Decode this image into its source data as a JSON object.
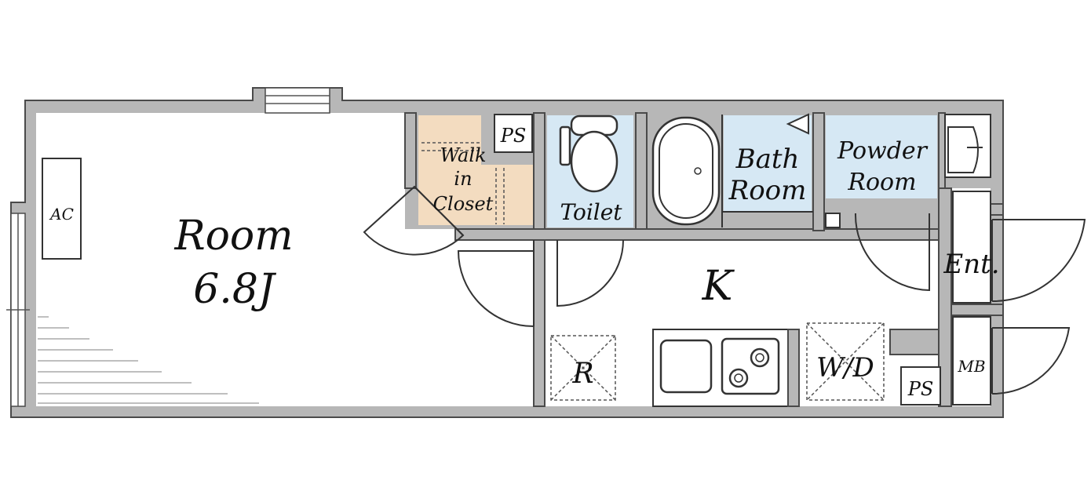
{
  "rooms": {
    "main_room": {
      "name": "Room",
      "size": "6.8J"
    },
    "closet": {
      "line1": "Walk",
      "line2": "in",
      "line3": "Closet"
    },
    "ps_top": "PS",
    "ps_bottom": "PS",
    "toilet": "Toilet",
    "bath": {
      "line1": "Bath",
      "line2": "Room"
    },
    "powder": {
      "line1": "Powder",
      "line2": "Room"
    },
    "kitchen": "K",
    "entrance": "Ent.",
    "meter_box": "MB",
    "refrigerator": "R",
    "washer_dryer": "W/D",
    "aircon": "AC"
  },
  "colors": {
    "wall": "#b7b7b7",
    "wet_area": "#d6e8f4",
    "closet": "#f3dcc0"
  }
}
